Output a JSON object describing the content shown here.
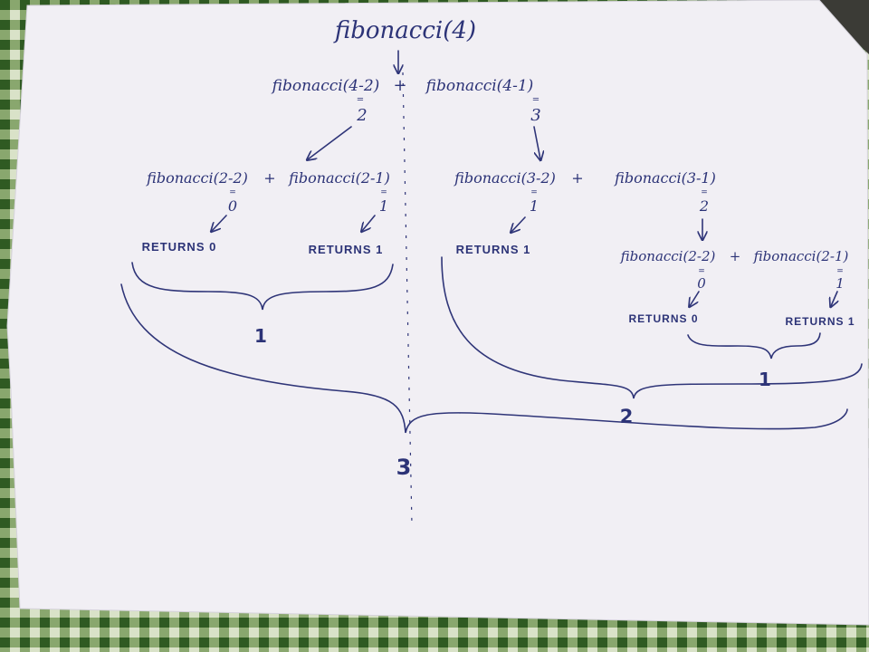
{
  "colors": {
    "ink": "#2c3377",
    "paper": "#f1eff4",
    "tablecloth_green": "#3f6b2c",
    "tablecloth_light": "#d9e2c8"
  },
  "nodes": {
    "root": "fibonacci(4)",
    "l1_left": "fibonacci(4-2)",
    "l1_plus": "+",
    "l1_right": "fibonacci(4-1)",
    "l1_left_eq": "2",
    "l1_right_eq": "3",
    "l2a_left": "fibonacci(2-2)",
    "l2a_plus": "+",
    "l2a_right": "fibonacci(2-1)",
    "l2a_left_eq": "0",
    "l2a_right_eq": "1",
    "l2b_left": "fibonacci(3-2)",
    "l2b_plus": "+",
    "l2b_right": "fibonacci(3-1)",
    "l2b_left_eq": "1",
    "l2b_right_eq": "2",
    "l3_left": "fibonacci(2-2)",
    "l3_plus": "+",
    "l3_right": "fibonacci(2-1)",
    "l3_left_eq": "0",
    "l3_right_eq": "1"
  },
  "returns": {
    "r1": "RETURNS 0",
    "r2": "RETURNS 1",
    "r3": "RETURNS 1",
    "r4": "RETURNS 0",
    "r5": "RETURNS 1"
  },
  "sums": {
    "s_left": "1",
    "s_inner": "1",
    "s_right": "2",
    "s_total": "3"
  }
}
